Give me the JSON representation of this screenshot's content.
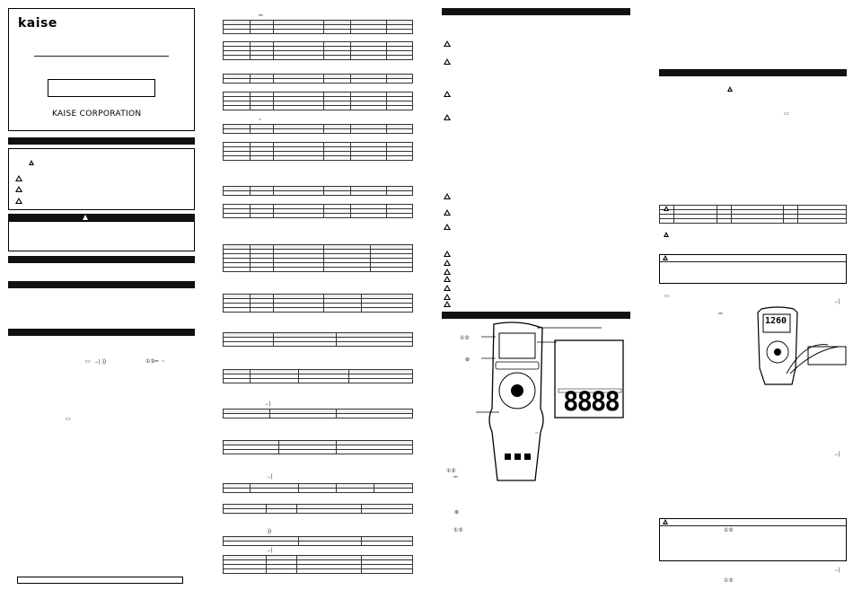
{
  "cover": {
    "brand": "kaise",
    "company": "KAISE CORPORATION"
  },
  "symbols": {
    "ac": "~",
    "dc": "⎓",
    "diode": "→|",
    "buzzer": "·))",
    "auto_power": "⊛",
    "range": "①②"
  },
  "lcd": {
    "digits": "8888",
    "meter_digits": "1260"
  }
}
